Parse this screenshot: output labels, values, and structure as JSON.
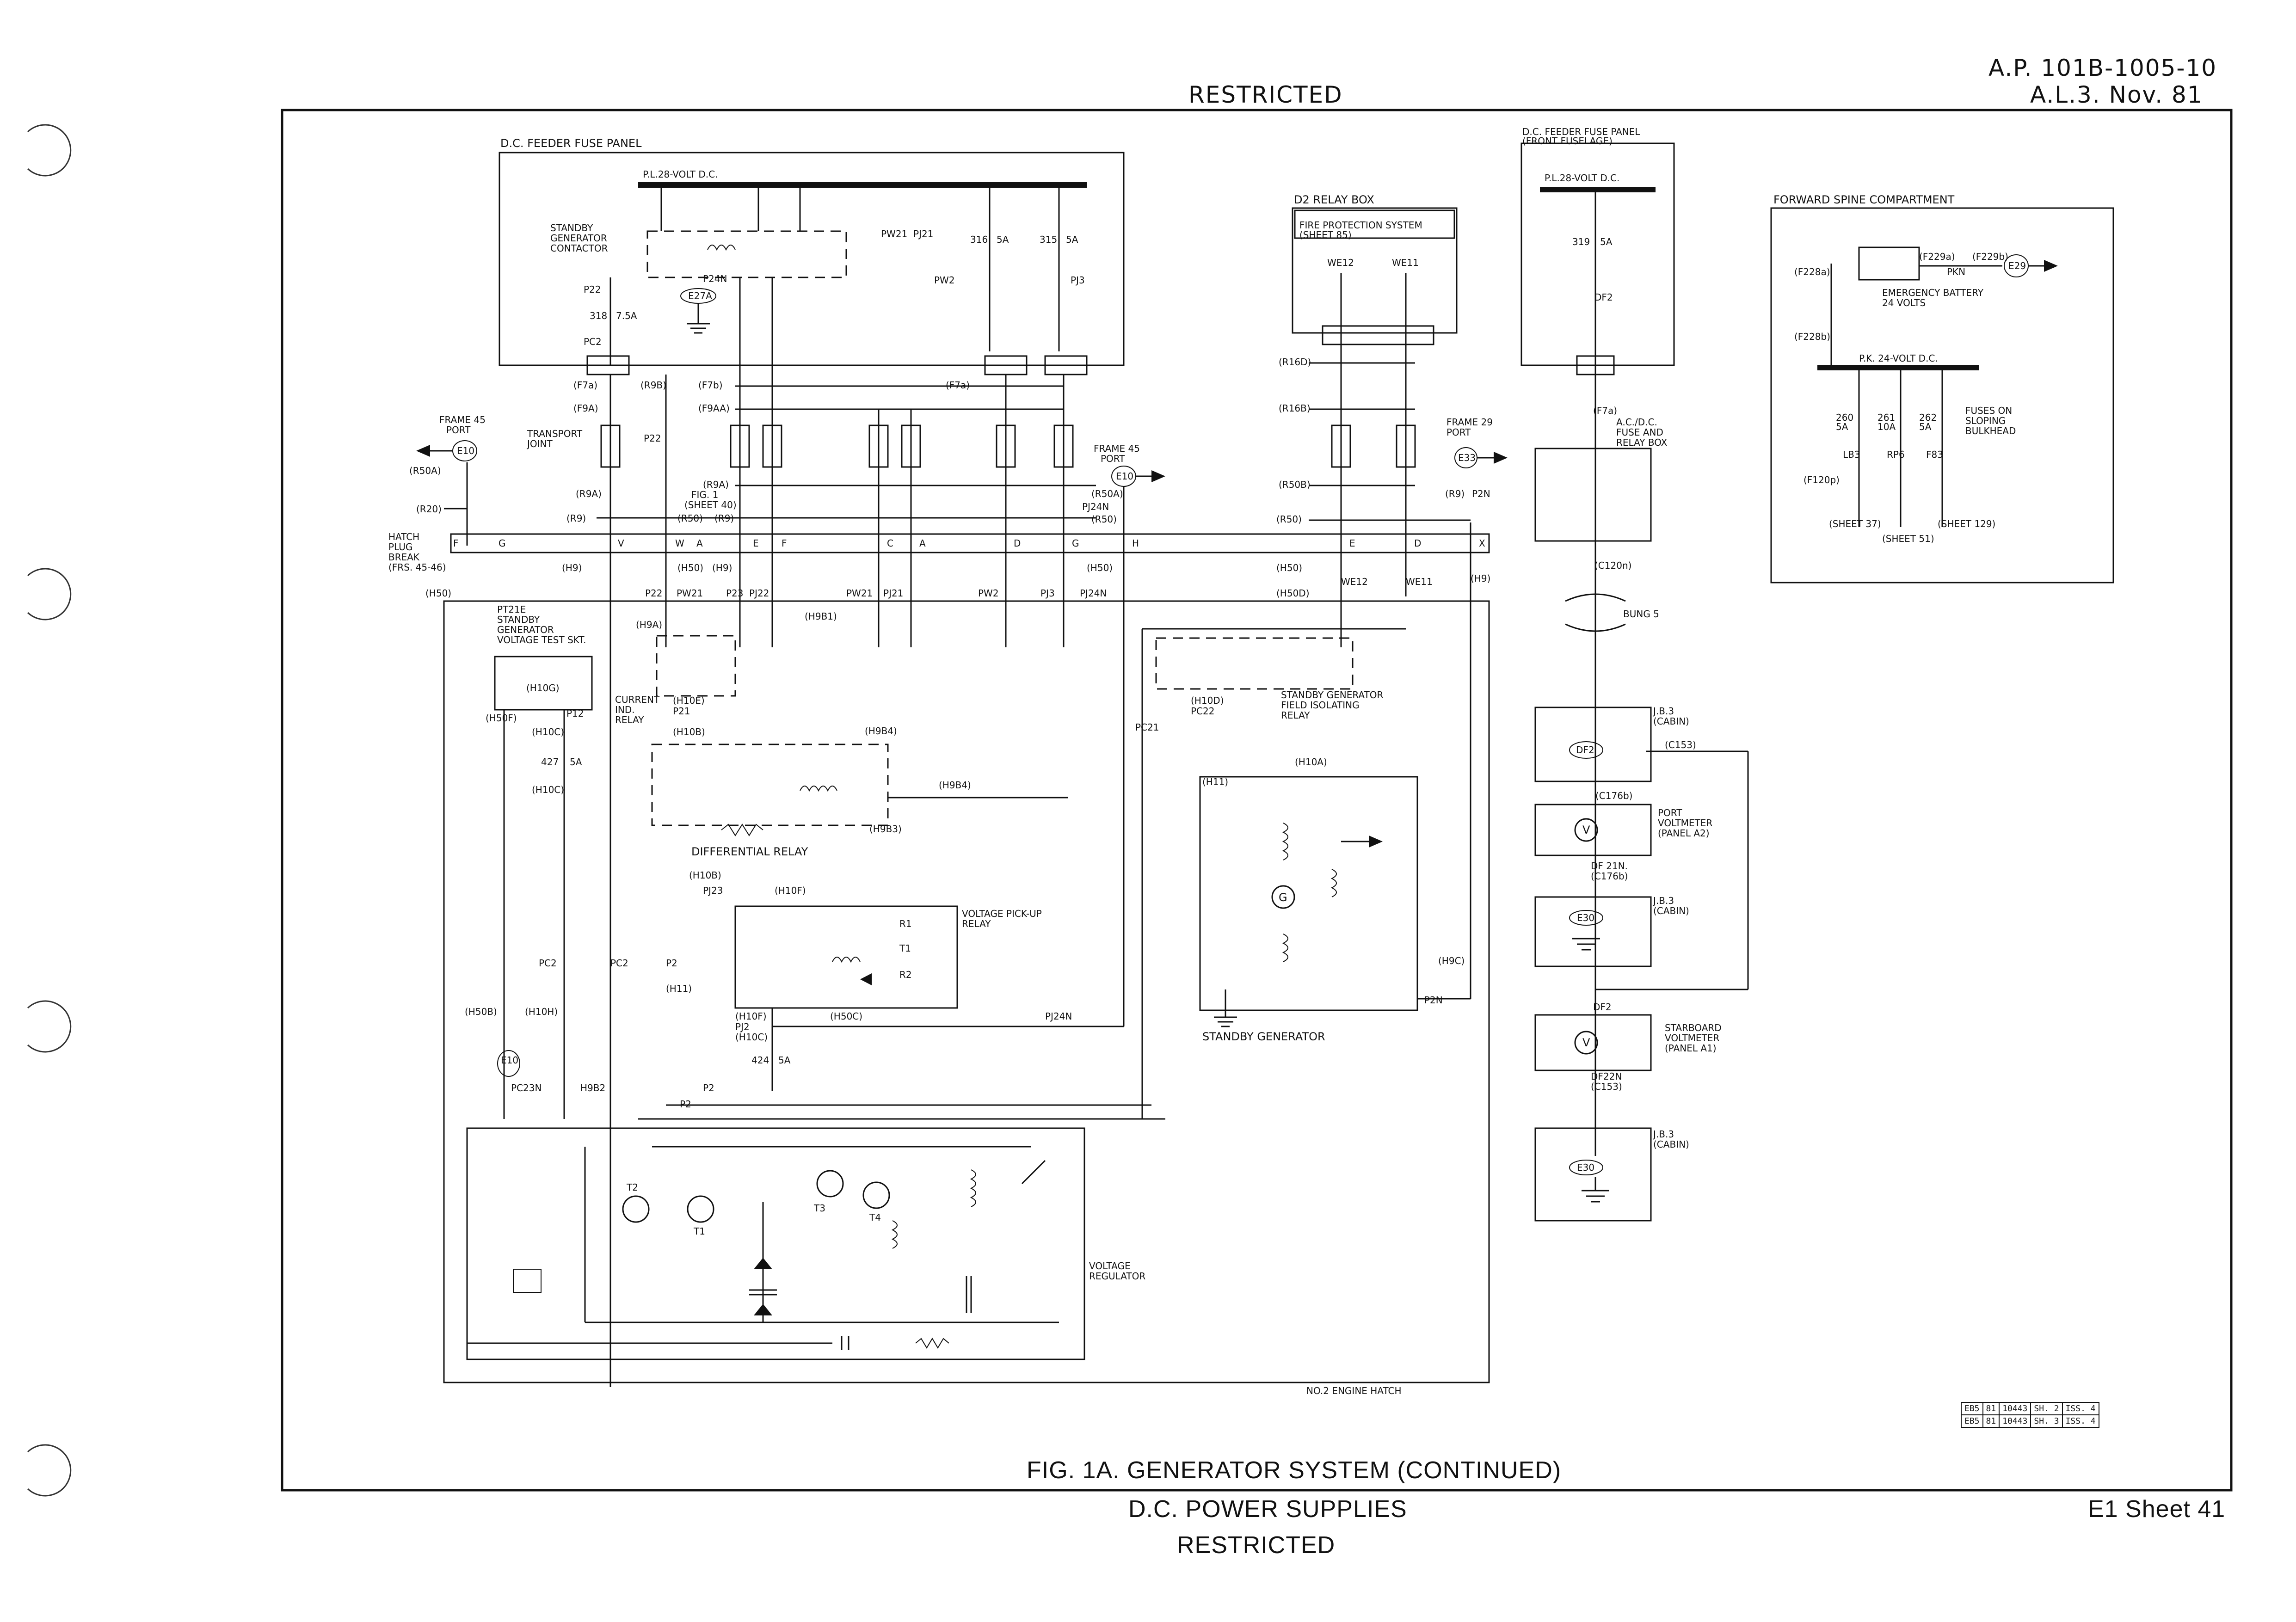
{
  "header": {
    "classification": "RESTRICTED",
    "doc_number": "A.P. 101B-1005-10",
    "amendment": "A.L.3.   Nov. 81"
  },
  "footer": {
    "figure_title": "FIG. 1A. GENERATOR SYSTEM (CONTINUED)",
    "subtitle": "D.C. POWER SUPPLIES",
    "classification": "RESTRICTED",
    "sheet": "E1 Sheet 41"
  },
  "ref_table": [
    [
      "EB5",
      "81",
      "10443",
      "SH. 2",
      "ISS. 4"
    ],
    [
      "EB5",
      "81",
      "10443",
      "SH. 3",
      "ISS. 4"
    ]
  ],
  "labels": {
    "dc_feeder_fuse_panel": "D.C. FEEDER FUSE PANEL",
    "pl28": "P.L.28-VOLT D.C.",
    "standby_gen_contactor": [
      "STANDBY",
      "GENERATOR",
      "CONTACTOR"
    ],
    "d2_relay_box": "D2 RELAY BOX",
    "fire_protection": "FIRE PROTECTION SYSTEM",
    "sheet85": "(SHEET 85)",
    "dc_feeder_front": "D.C. FEEDER FUSE PANEL",
    "front_fuselage": "(FRONT FUSELAGE)",
    "pl28b": "P.L.28-VOLT D.C.",
    "forward_spine": "FORWARD SPINE COMPARTMENT",
    "emergency_battery": "EMERGENCY BATTERY",
    "volts24": "24 VOLTS",
    "pk24": "P.K. 24-VOLT D.C.",
    "fuses_sloping": [
      "FUSES ON",
      "SLOPING",
      "BULKHEAD"
    ],
    "frame45_port_left": [
      "FRAME 45",
      "PORT"
    ],
    "transport_joint": [
      "TRANSPORT",
      "JOINT"
    ],
    "hatch_plug_break": [
      "HATCH",
      "PLUG",
      "BREAK",
      "(FRS. 45-46)"
    ],
    "frame45_port_mid": [
      "FRAME 45",
      "PORT"
    ],
    "frame29_port": [
      "FRAME 29",
      "PORT"
    ],
    "fig1_sheet40": [
      "FIG. 1",
      "(SHEET 40)"
    ],
    "acdc_fuse_relay": [
      "A.C./D.C.",
      "FUSE AND",
      "RELAY BOX"
    ],
    "bung5": "BUNG 5",
    "jb3_cabin": "J.B.3",
    "cabin": "(CABIN)",
    "port_voltmeter": [
      "PORT",
      "VOLTMETER",
      "(PANEL A2)"
    ],
    "starboard_voltmeter": [
      "STARBOARD",
      "VOLTMETER",
      "(PANEL A1)"
    ],
    "standby_test_skt": [
      "PT21E",
      "STANDBY",
      "GENERATOR",
      "VOLTAGE TEST SKT."
    ],
    "current_ind_relay": [
      "CURRENT",
      "IND.",
      "RELAY"
    ],
    "differential_relay": "DIFFERENTIAL RELAY",
    "voltage_pickup_relay": [
      "VOLTAGE PICK-UP",
      "RELAY"
    ],
    "field_isolating_relay": [
      "STANDBY GENERATOR",
      "FIELD ISOLATING",
      "RELAY"
    ],
    "standby_generator": "STANDBY GENERATOR",
    "voltage_regulator": [
      "VOLTAGE",
      "REGULATOR"
    ],
    "no2_engine_hatch": "NO.2 ENGINE HATCH"
  },
  "fuses": [
    {
      "id": "318",
      "rating": "7.5A"
    },
    {
      "id": "316",
      "rating": "5A"
    },
    {
      "id": "315",
      "rating": "5A"
    },
    {
      "id": "319",
      "rating": "5A"
    },
    {
      "id": "427",
      "rating": "5A"
    },
    {
      "id": "424",
      "rating": "5A"
    },
    {
      "id": "260",
      "rating": "5A"
    },
    {
      "id": "261",
      "rating": "10A"
    },
    {
      "id": "262",
      "rating": "5A"
    }
  ],
  "wires": {
    "p22": "P22",
    "pc2": "PC2",
    "p24n": "P24N",
    "pw21": "PW21",
    "pj21": "PJ21",
    "pw2": "PW2",
    "pj3": "PJ3",
    "e27a": "E27A",
    "f7a": "(F7a)",
    "f7b": "(F7b)",
    "f7c": "(F7a)",
    "f9a": "(F9A)",
    "f9aa": "(F9AA)",
    "r9b": "(R9B)",
    "r50a": "(R50A)",
    "r20": "(R20)",
    "r9i": "(R9)",
    "r9a": "(R9A)",
    "r9a2": "(R9A)",
    "r50": "(R50)",
    "r9": "(R9)",
    "r50a2": "(R50A)",
    "pj24n": "PJ24N",
    "r50b": "(R50)",
    "r16d": "(R16D)",
    "r16b": "(R16B)",
    "r50b2": "(R50B)",
    "r50c": "(R50)",
    "r9c": "(R9)",
    "p2n": "P2N",
    "we12": "WE12",
    "we11": "WE11",
    "df2": "DF2",
    "f7a2": "(F7a)",
    "h9": "(H9)",
    "h50": "(H50)",
    "h9b": "(H9)",
    "h50b": "(H50)",
    "h50c": "(H50)",
    "h50d": "(H50D)",
    "h9c": "(H9)",
    "h50e": "(H50)",
    "p23": "P23",
    "pj22": "PJ22",
    "pw21b": "PW21",
    "pj21b": "PJ21",
    "pw2b": "PW2",
    "pj3b": "PJ3",
    "pj24nb": "PJ24N",
    "we12b": "WE12",
    "we11b": "WE11",
    "h9b1": "(H9B1)",
    "h9a": "(H9A)",
    "h9b4": "(H9B4)",
    "h9b4b": "(H9B4)",
    "h9b3": "(H9B3)",
    "h10e": "(H10E)",
    "p21": "P21",
    "h10b": "(H10B)",
    "h10g": "(H10G)",
    "h50f": "(H50F)",
    "p12": "P12",
    "h10c": "(H10C)",
    "h10c2": "(H10C)",
    "c120n": "(C120n)",
    "df2b": "DF2",
    "c153": "(C153)",
    "c176b": "(C176b)",
    "df21n": "DF 21N.",
    "c176b2": "(C176b)",
    "f228a": "(F228a)",
    "f229a": "(F229a)",
    "f229b": "(F229b)",
    "pkn": "PKN",
    "f228b": "(F228b)",
    "lb3": "LB3",
    "rp6": "RP6",
    "f83": "F83",
    "f120p": "(F120p)",
    "sheet37": "(SHEET 37)",
    "sheet51": "(SHEET 51)",
    "sheet129": "(SHEET 129)",
    "h10d": "(H10D)",
    "pc22": "PC22",
    "pc21": "PC21",
    "h10a": "(H10A)",
    "h11": "(H11)",
    "h9c2": "(H9C)",
    "p2n2": "P2N",
    "pj23": "PJ23",
    "h10f": "(H10F)",
    "h10b2": "(H10B)",
    "h11b": "(H11)",
    "h10f2": "(H10F)",
    "pj2": "PJ2",
    "h10c3": "(H10C)",
    "h50c2": "(H50C)",
    "pj24n3": "PJ24N",
    "pc2b": "PC2",
    "pc2c": "PC2",
    "p2": "P2",
    "p2b": "P2",
    "p2c": "P2",
    "h50b3": "(H50B)",
    "h10h": "(H10H)",
    "pc23n": "PC23N",
    "h9b2": "H9B2",
    "df2c": "DF2",
    "df22n": "DF22N",
    "c153b": "(C153)",
    "r1": "R1",
    "t1": "T1",
    "r2": "R2",
    "t2": "T2",
    "t3": "T3",
    "t4": "T4",
    "e10": "E10",
    "e10a": "E10",
    "e33": "E33",
    "e29": "E29",
    "e30": "E30",
    "e30b": "E30",
    "e10b": "E10"
  },
  "plug": {
    "pins": [
      "F",
      "G",
      "V",
      "W",
      "A",
      "E",
      "F",
      "C",
      "A",
      "D",
      "G",
      "H",
      "E",
      "D",
      "X"
    ]
  }
}
